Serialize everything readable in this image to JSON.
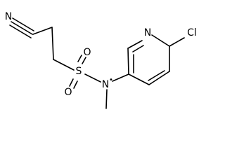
{
  "molecule": {
    "atoms": {
      "nitrile_n": "N",
      "sulfur": "S",
      "oxygen_top": "O",
      "oxygen_bottom": "O",
      "amine_n": "N",
      "radical_dot": "•",
      "pyridine_n": "N",
      "chlorine": "Cl"
    }
  }
}
